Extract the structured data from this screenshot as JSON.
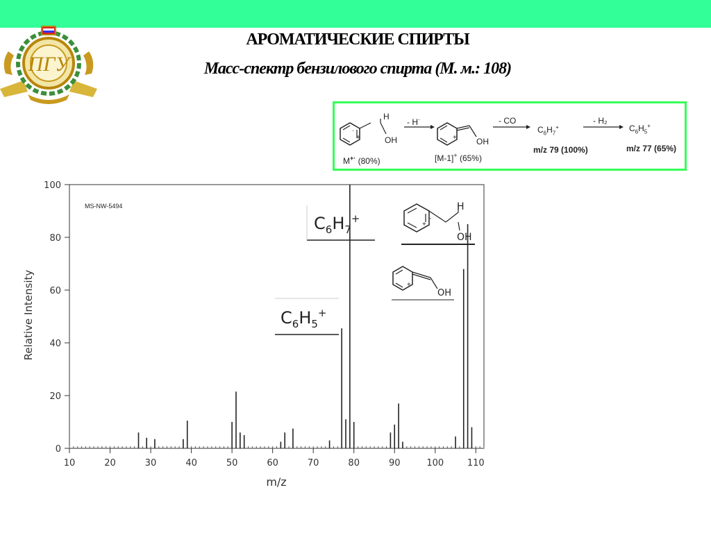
{
  "slide": {
    "title": "АРОМАТИЧЕСКИЕ СПИРТЫ",
    "subtitle": "Масс-спектр бензилового спирта (М. м.: 108)",
    "accent_color": "#33ff99",
    "logo": {
      "icon": "university-emblem-icon",
      "monogram": "ПГУ"
    }
  },
  "scheme": {
    "border_color": "#33ff55",
    "step1": "- H",
    "step1_radical": "·",
    "step2": "- CO",
    "step3": "- H₂",
    "mol1": {
      "H": "H",
      "OH": "OH",
      "label": "M",
      "label_sup": "+·",
      "label_rest": "(80%)"
    },
    "mol2": {
      "OH": "OH",
      "label": "[M-1]",
      "label_sup": "+",
      "label_rest": "(65%)"
    },
    "ion1": {
      "formula_base": "C",
      "sub1": "6",
      "mid": "H",
      "sub2": "7",
      "sup": "+",
      "mz": "m/z 79 (100%)"
    },
    "ion2": {
      "formula_base": "C",
      "sub1": "6",
      "mid": "H",
      "sub2": "5",
      "sup": "+",
      "mz": "m/z 77 (65%)"
    }
  },
  "chart_data": {
    "type": "bar",
    "id_label": "MS-NW-5494",
    "xlabel": "m/z",
    "ylabel": "Relative Intensity",
    "xlim": [
      10,
      112
    ],
    "ylim": [
      0,
      100
    ],
    "xticks": [
      10,
      20,
      30,
      40,
      50,
      60,
      70,
      80,
      90,
      100,
      110
    ],
    "yticks": [
      0,
      20,
      40,
      60,
      80,
      100
    ],
    "x": [
      27,
      29,
      31,
      38,
      39,
      50,
      51,
      52,
      53,
      62,
      63,
      65,
      74,
      77,
      78,
      79,
      80,
      89,
      90,
      91,
      92,
      105,
      107,
      108,
      109
    ],
    "values": [
      6,
      4,
      3.5,
      3.5,
      10.5,
      10,
      21.5,
      6,
      5,
      2.5,
      6,
      7.5,
      3,
      45.5,
      11,
      100,
      10,
      6,
      9,
      17,
      2.5,
      4.5,
      68,
      85,
      8
    ],
    "annotations": {
      "c6h7": {
        "base": "C",
        "sub1": "6",
        "mid": "H",
        "sub2": "7",
        "sup": "+"
      },
      "c6h5": {
        "base": "C",
        "sub1": "6",
        "mid": "H",
        "sub2": "5",
        "sup": "+"
      },
      "mol_h": "H",
      "mol_oh": "OH",
      "mol2_oh": "OH"
    }
  }
}
